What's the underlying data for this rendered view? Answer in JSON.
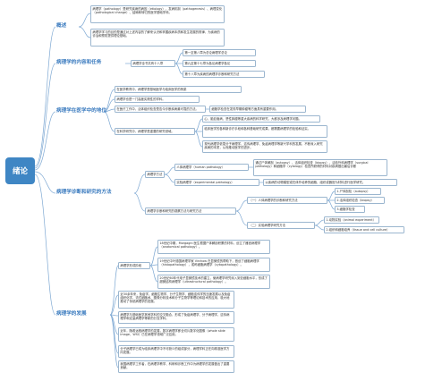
{
  "root": "绪论",
  "branches": {
    "overview": "概述",
    "tasks": "病理学的内容和任务",
    "position": "病理学在医学中的地位",
    "methods": "病理学诊断和研究的方法",
    "history": "病理学的发展"
  },
  "overview": {
    "n1": "病理学（pathology）是研究疾病的病因（etiology）、发病机制（pathogenesis）、病理变化（pathological change）、结局和转归的医学基础学科。",
    "n2": "病理学学习的目的是通过对上述内容的了解来认识和掌握疾病本质和发生发展的规律，为疾病的诊治和预防提供理论基础。"
  },
  "tasks": {
    "n1": "病理学全书共有十八章",
    "c1": "第一至第八章为总论病理学总论",
    "c2": "第九至第十七章为各论病理学各论",
    "c3": "第十八章为疾病的病理学诊断和研究方法"
  },
  "position": {
    "n1": "在医学教育中，病理学是基础医学与临床医学的桥梁",
    "n2": "病理学也是一门高度实践性的学科。",
    "n3": "在医疗工作中，活体组织检查是迄今诊断疾病最可靠的方法。",
    "n3b": "细胞学检查在发现早期肿瘤等方面具有重要作用。",
    "n4": "在科学研究中，病理学是重要的研究领域。",
    "s1": "心、脑血管病、恶性肿瘤等重大疾病的科学研究，大都涉及病理学问题。",
    "s2": "临床医学的各种新诊疗手段和各种基础研究成果，都需要病理学的检验和证实。",
    "s3": "现代病理学依靠分子病理学、遗传病理学、免疫病理学等新兴学科的发展，不断深入研究疾病的本质，从而推动医学的进步。"
  },
  "methods": {
    "g1": "病理学方法",
    "h1": "人体病理学（human pathology）",
    "h1d": "通过尸体解剖（autopsy）、活体组织检查（biopsy）、活检外科病理学（surgical pathology）和细胞学（cytology）检查所获得的材料对疾病做出最后诊断",
    "h2": "实验病理学（experimental pathology）",
    "h2d": "以疾病的动物模型或在体外培养的细胞、组织或器官为材料进行医学研究。",
    "g2": "病理学诊断和研究的观察方法与研究方法",
    "k1": "（一）人体病理学的诊断和研究方法",
    "k1a": "1.尸体剖检（autopsy）",
    "k1b": "2.活体组织检查（biopsy）",
    "k1c": "3.细胞学检查",
    "k2": "（二）实验病理学研究方法",
    "k2a": "1.动物实验（animal experiment）",
    "k2b": "2.组织和细胞培养（tissue and cell culture）"
  },
  "history": {
    "g1": "病理学形成阶段",
    "m1": "18世纪中期，Morgagni 医生根据尸体解剖积累的材料，创立了器官病理学（anatomical pathology）。",
    "m2": "19世纪中叶德国病理学家 Virchow 在显微镜的帮助下，首创了细胞病理学（histopathology），或称细胞病理学（cytopathology）。",
    "m3": "20世纪60年代电子显微镜技术的建立，使病理学研究深入到亚细胞水平，形成了超微结构病理学（ultrastructural pathology）。",
    "p1": "近30余年来，免疫学、细胞生物学、分子生物学、细胞遗传学的迅速发展以及免疫组织化学、流式细胞术、图像分析技术和分子生物学等理论和技术的应用，极大地推动了传统病理学的发展。",
    "p2": "病理学与基础医学其他学科的交叉融合，形成了免疫病理学、分子病理学、遗传病理学和定量病理学等新的分支学科。",
    "p3": "近年，随着远程病理学的发展，数字病理学即全切片数字化图像（whole slide image，WSI）已在病理学领域广泛应用。",
    "p4": "分子病理学已成为临床病理学中不可缺少的组成部分，病理学科正在向精准医学方向发展。",
    "p5": "我国病理学工作者，在病理学教学、科研和诊断工作中为病理学的发展做出了重要贡献。"
  }
}
